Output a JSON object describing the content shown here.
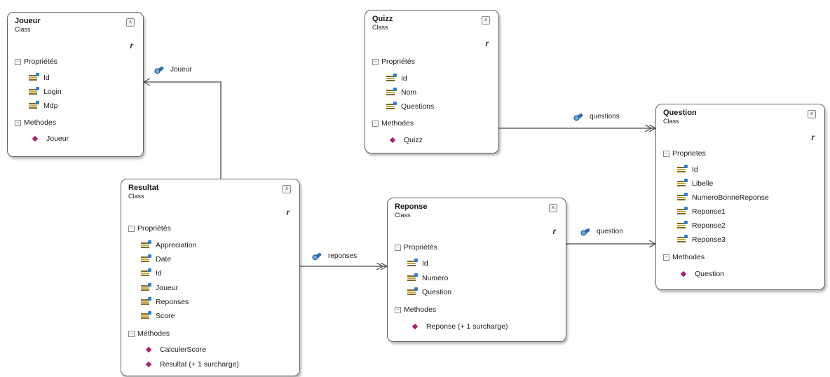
{
  "labels": {
    "class_type": "Class",
    "properties_section": "Propriétés",
    "methods_section": "Methodes"
  },
  "classes": {
    "joueur": {
      "name": "Joueur",
      "properties": [
        "Id",
        "Login",
        "Mdp"
      ],
      "methods": [
        "Joueur"
      ]
    },
    "quizz": {
      "name": "Quizz",
      "properties": [
        "Id",
        "Nom",
        "Questions"
      ],
      "methods": [
        "Quizz"
      ]
    },
    "question": {
      "name": "Question",
      "properties_label": "Proprietes",
      "properties": [
        "Id",
        "Libelle",
        "NumeroBonneReponse",
        "Reponse1",
        "Reponse2",
        "Reponse3"
      ],
      "methods": [
        "Question"
      ]
    },
    "resultat": {
      "name": "Resultat",
      "properties_label": "Propriétés",
      "methods_label": "Méthodes",
      "properties": [
        "Appreciation",
        "Date",
        "Id",
        "Joueur",
        "Reponses",
        "Score"
      ],
      "methods": [
        "CalculerScore",
        "Resultat (+ 1 surcharge)"
      ]
    },
    "reponse": {
      "name": "Reponse",
      "properties": [
        "Id",
        "Numero",
        "Question"
      ],
      "methods": [
        "Reponse (+ 1 surcharge)"
      ]
    }
  },
  "associations": {
    "joueur": "Joueur",
    "questions": "questions",
    "question": "question",
    "reponses": "reponses"
  },
  "colors": {
    "border": "#5f6368",
    "connector": "#444444",
    "method_icon": "#b0206e",
    "association_icon": "#2b6fb3"
  }
}
